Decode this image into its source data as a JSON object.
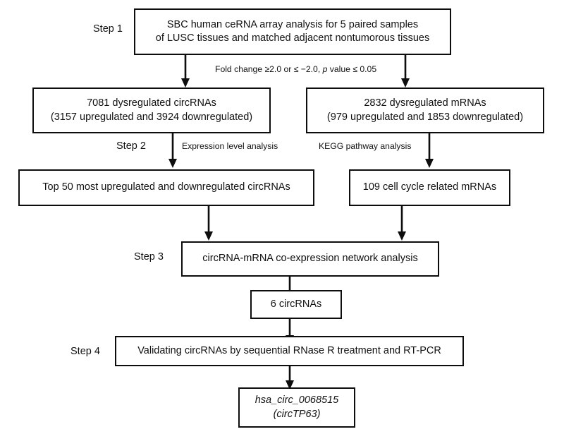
{
  "figure": {
    "type": "flowchart",
    "orientation": "top-down",
    "background_color": "#ffffff",
    "line_color": "#0d0d0d"
  },
  "steps": {
    "step1_label": "Step 1",
    "step2_label": "Step 2",
    "step3_label": "Step 3",
    "step4_label": "Step 4"
  },
  "boxes": {
    "step1": {
      "line1": "SBC human ceRNA array analysis for 5 paired samples",
      "line2": "of LUSC tissues and matched adjacent nontumorous tissues"
    },
    "circrna_total": {
      "line1": "7081 dysregulated circRNAs",
      "line2": "(3157 upregulated and 3924 downregulated)"
    },
    "mrna_total": {
      "line1": "2832 dysregulated mRNAs",
      "line2": "(979 upregulated and 1853 downregulated)"
    },
    "top50_circrnas": {
      "line1": "Top 50 most upregulated and downregulated circRNAs"
    },
    "cellcycle_mrnas": {
      "line1": "109 cell cycle related mRNAs"
    },
    "coexpression": {
      "line1": "circRNA-mRNA co-expression network analysis"
    },
    "six_circrnas": {
      "line1": "6 circRNAs"
    },
    "validation": {
      "line1": "Validating circRNAs by sequential RNase R treatment and RT-PCR"
    },
    "final_hit": {
      "line1": "hsa_circ_0068515",
      "line2": "(circTP63)"
    }
  },
  "edge_labels": {
    "filter_criteria_pre": "Fold change ≥2.0 or ≤ −2.0, ",
    "filter_criteria_italic": "p",
    "filter_criteria_post": " value ≤ 0.05",
    "expression_level": "Expression level analysis",
    "kegg_pathway": "KEGG pathway analysis"
  }
}
